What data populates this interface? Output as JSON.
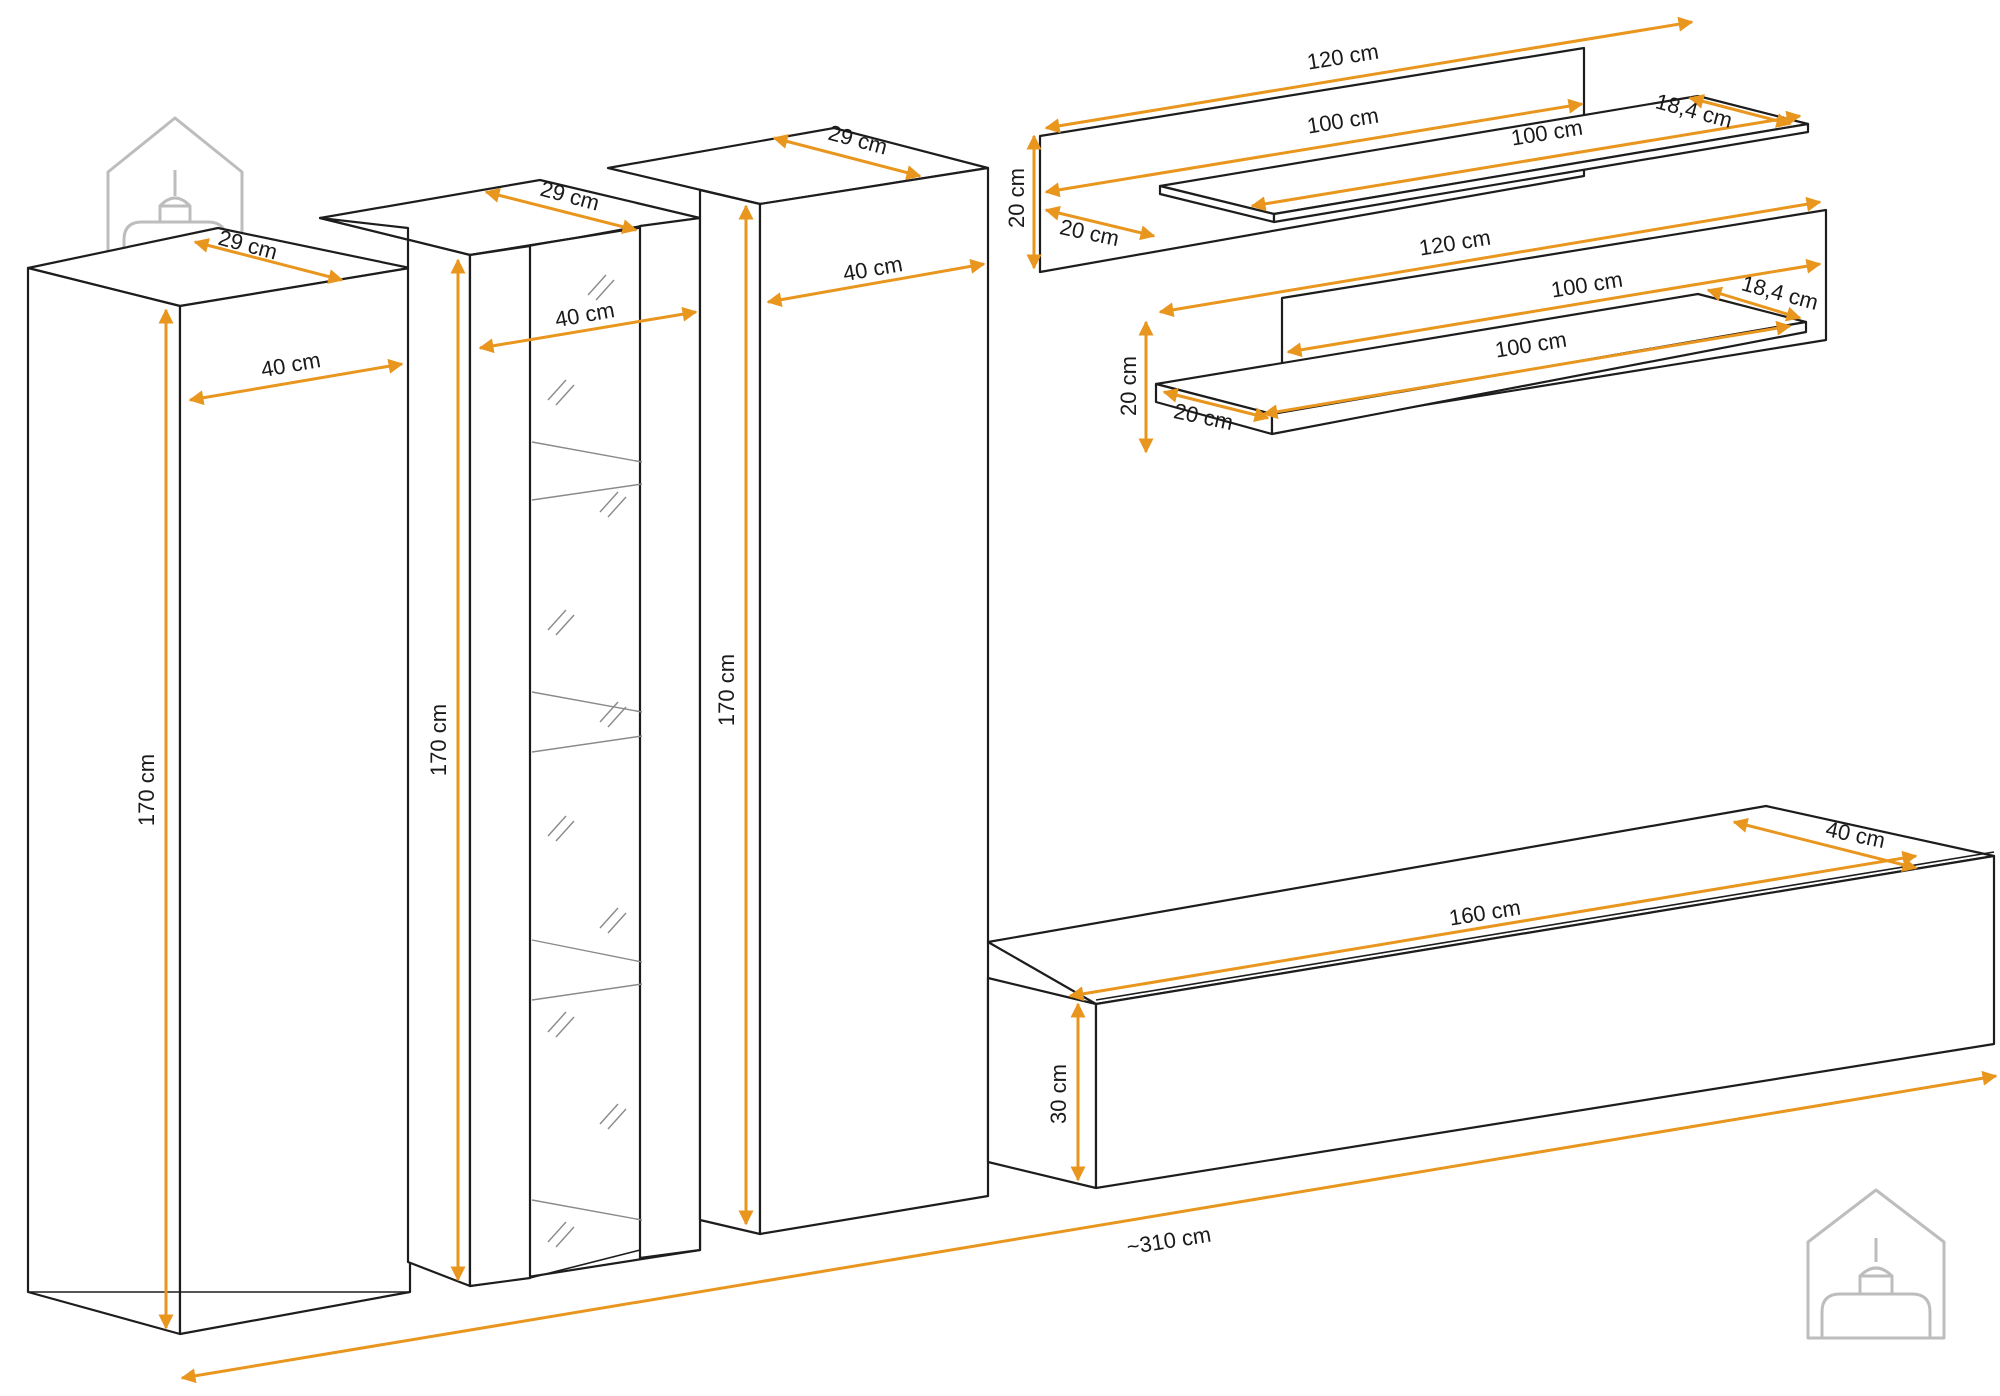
{
  "colors": {
    "outline": "#1d1d1d",
    "dimension": "#e8961e",
    "background": "#ffffff",
    "logo": "#bdbdbd"
  },
  "icons": [
    "house-logo-icon"
  ],
  "cabinet_left": {
    "depth": "29 cm",
    "width": "40 cm",
    "height": "170 cm"
  },
  "cabinet_glass": {
    "depth": "29 cm",
    "width": "40 cm",
    "height": "170 cm"
  },
  "cabinet_right": {
    "depth": "29 cm",
    "width": "40 cm",
    "height": "170 cm"
  },
  "shelf_top": {
    "panel_width": "120 cm",
    "panel_height": "20 cm",
    "panel_depth": "20 cm",
    "shelf_length_back": "100 cm",
    "shelf_length_front": "100 cm",
    "shelf_depth": "18,4 cm"
  },
  "shelf_bottom": {
    "panel_width": "120 cm",
    "panel_height": "20 cm",
    "panel_depth": "20 cm",
    "shelf_length_back": "100 cm",
    "shelf_length_front": "100 cm",
    "shelf_depth": "18,4 cm"
  },
  "tv_unit": {
    "width": "160 cm",
    "depth": "40 cm",
    "height": "30 cm"
  },
  "total_width": "~310 cm"
}
